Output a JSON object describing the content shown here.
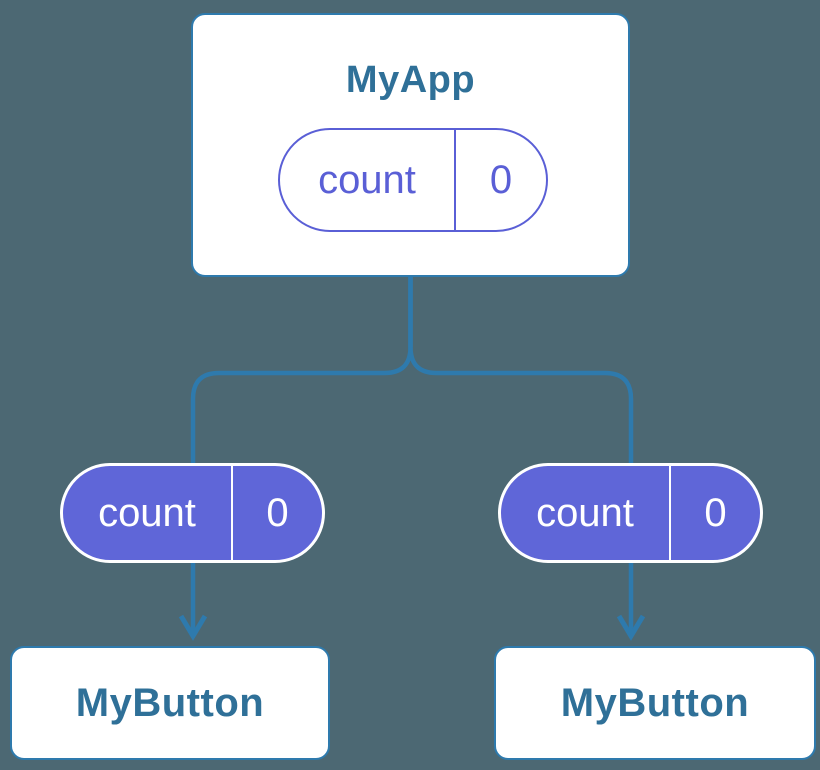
{
  "diagram_type": "react-component-tree",
  "colors": {
    "background": "#4C6873",
    "connector": "#2E7AAD",
    "card_bg": "#FFFFFF",
    "title_text": "#2F7098",
    "purple_outline": "#5A5FD6",
    "purple_fill": "#5F66D8",
    "prop_pill_text": "#FFFFFF"
  },
  "root_component": {
    "title": "MyApp",
    "state": {
      "name": "count",
      "value": "0"
    }
  },
  "child_components": [
    {
      "title": "MyButton",
      "prop": {
        "name": "count",
        "value": "0"
      }
    },
    {
      "title": "MyButton",
      "prop": {
        "name": "count",
        "value": "0"
      }
    }
  ]
}
